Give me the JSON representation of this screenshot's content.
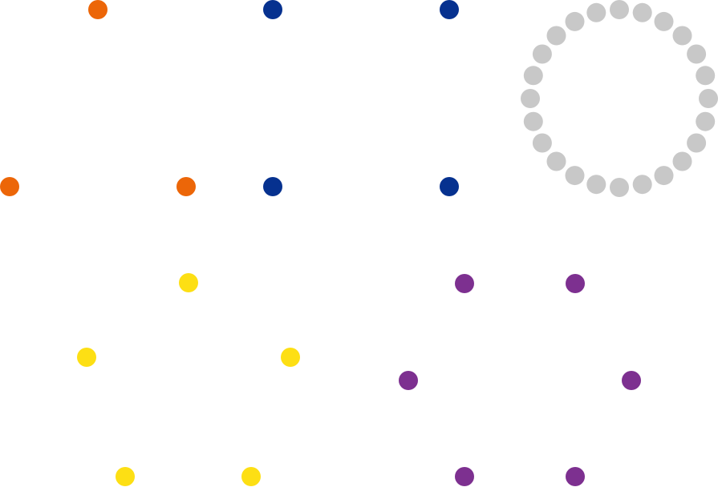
{
  "colors": {
    "background": "#ffffff",
    "orange": "#EC6608",
    "navy": "#06318F",
    "yellow": "#FDDF14",
    "purple": "#7D3090",
    "gray": "#C8C8C8"
  },
  "groups": [
    {
      "name": "orange-triangle",
      "shape": "triangle",
      "dot_count": 3,
      "color_key": "orange"
    },
    {
      "name": "navy-square",
      "shape": "square",
      "dot_count": 4,
      "color_key": "navy"
    },
    {
      "name": "gray-circle",
      "shape": "circle",
      "dot_count": 24,
      "color_key": "gray"
    },
    {
      "name": "yellow-pentagon",
      "shape": "pentagon",
      "dot_count": 5,
      "color_key": "yellow"
    },
    {
      "name": "purple-hexagon",
      "shape": "hexagon",
      "dot_count": 6,
      "color_key": "purple"
    }
  ]
}
